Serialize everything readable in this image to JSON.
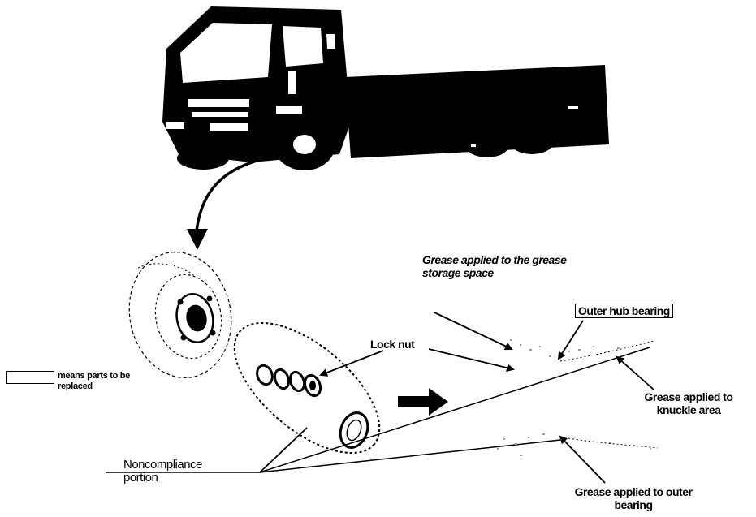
{
  "labels": {
    "grease_storage": "Grease applied to the grease storage space",
    "outer_hub_bearing": "Outer hub bearing",
    "lock_nut": "Lock nut",
    "grease_knuckle": "Grease applied to knuckle area",
    "noncompliance": "Noncompliance portion",
    "grease_outer_bearing": "Grease applied to outer bearing",
    "legend_text": "means parts to be replaced"
  },
  "colors": {
    "ink": "#000000",
    "background": "#ffffff",
    "grease_stipple": "#9a9a9a"
  },
  "icons": [
    "truck-illustration",
    "wheel-hub-illustration",
    "lock-nut-parts",
    "bearing-cross-section",
    "flow-arrow"
  ]
}
